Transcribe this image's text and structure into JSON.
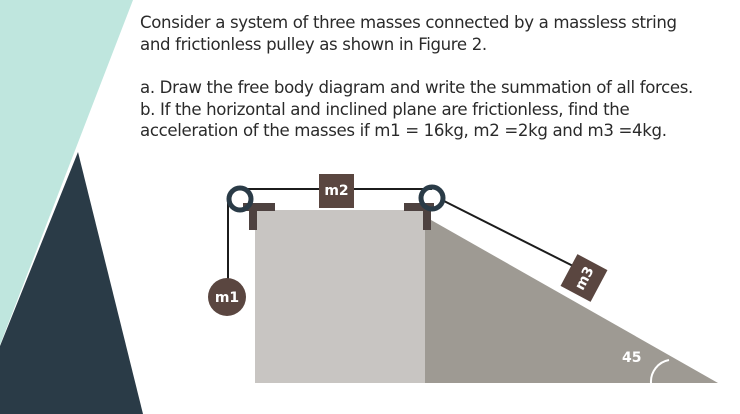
{
  "question": {
    "intro_line1": "Consider a system of three masses connected by a massless string",
    "intro_line2": "and frictionless pulley as shown in Figure 2.",
    "part_a": "a. Draw the free body diagram and write the summation of all forces.",
    "part_b_line1": "b. If the horizontal and inclined plane are frictionless, find the",
    "part_b_line2": "acceleration of the masses if m1 = 16kg, m2 =2kg and m3 =4kg."
  },
  "figure": {
    "mass1_label": "m1",
    "mass2_label": "m2",
    "mass3_label": "m3",
    "incline_angle_label": "45"
  },
  "colors": {
    "bg_teal": "#bfe6de",
    "bg_navy": "#2a3b47",
    "block": "#c8c5c2",
    "incline": "#9e9a93",
    "mass": "#5a4640",
    "string": "#1c1c1c",
    "pulley_ring": "#2a3b47",
    "bracket": "#4e4240"
  }
}
